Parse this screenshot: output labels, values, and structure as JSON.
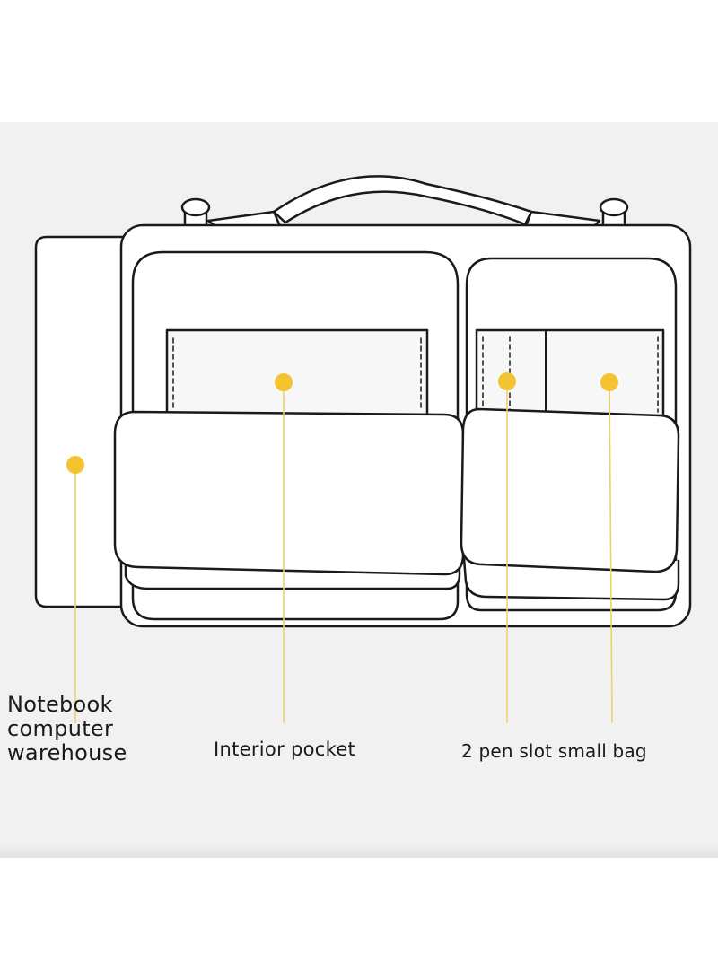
{
  "labels": {
    "notebook": [
      "Notebook",
      "computer",
      "warehouse"
    ],
    "interior_pocket": "Interior pocket",
    "pen_slot": "2 pen slot small bag"
  },
  "colors": {
    "background": "#f2f1f1",
    "outline": "#1a1a1a",
    "marker": "#f4c330",
    "leader_line": "#f0cf6a"
  }
}
